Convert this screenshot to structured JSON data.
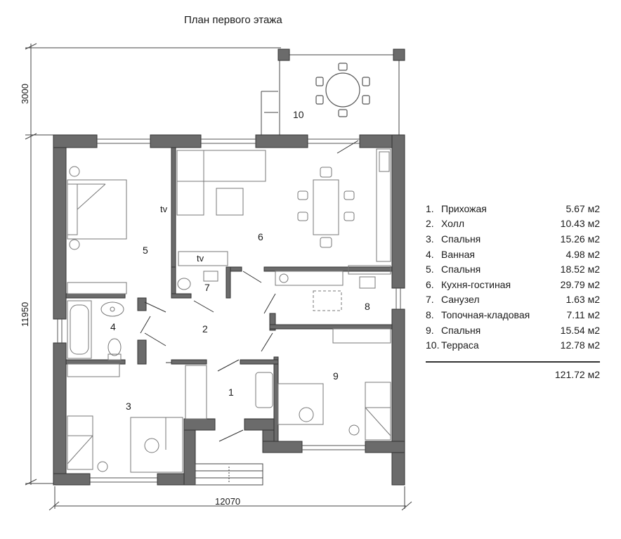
{
  "title": "План первого этажа",
  "dimensions": {
    "terrace_depth": "3000",
    "house_depth": "11950",
    "house_width": "12070"
  },
  "room_numbers": [
    "1",
    "2",
    "3",
    "4",
    "5",
    "6",
    "7",
    "8",
    "9",
    "10"
  ],
  "tv_label": "tv",
  "rooms": [
    {
      "num": "1.",
      "name": "Прихожая",
      "area": "5.67 м2"
    },
    {
      "num": "2.",
      "name": "Холл",
      "area": "10.43 м2"
    },
    {
      "num": "3.",
      "name": "Спальня",
      "area": "15.26 м2"
    },
    {
      "num": "4.",
      "name": "Ванная",
      "area": "4.98 м2"
    },
    {
      "num": "5.",
      "name": "Спальня",
      "area": "18.52 м2"
    },
    {
      "num": "6.",
      "name": "Кухня-гостиная",
      "area": "29.79 м2"
    },
    {
      "num": "7.",
      "name": "Санузел",
      "area": "1.63 м2"
    },
    {
      "num": "8.",
      "name": "Топочная-кладовая",
      "area": "7.11 м2"
    },
    {
      "num": "9.",
      "name": "Спальня",
      "area": "15.54 м2"
    },
    {
      "num": "10.",
      "name": "Терраса",
      "area": "12.78 м2"
    }
  ],
  "total_area": "121.72 м2",
  "colors": {
    "wall": "#6b6b6b",
    "line": "#333333",
    "furniture": "#777777"
  }
}
